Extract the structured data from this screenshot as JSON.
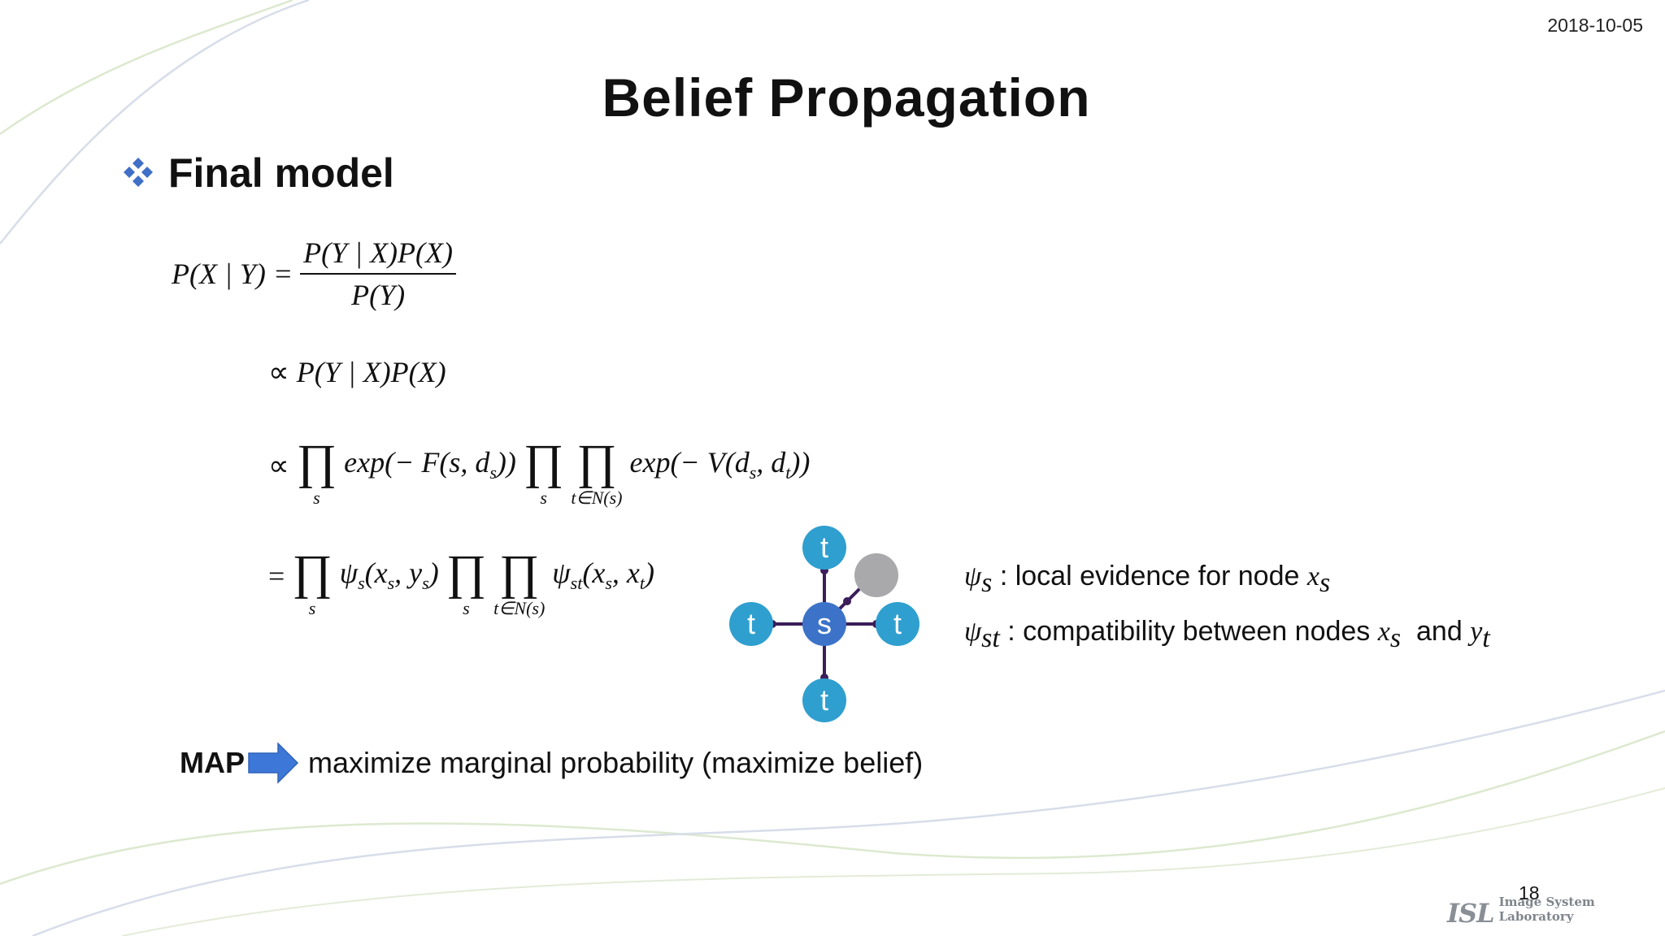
{
  "header": {
    "date": "2018-10-05",
    "title": "Belief Propagation"
  },
  "section": {
    "heading": "Final model",
    "bullet_icon": "diamond-bullet-icon"
  },
  "equations": {
    "line1": {
      "lhs": "P(X | Y) =",
      "num": "P(Y | X)P(X)",
      "den": "P(Y)"
    },
    "line2": {
      "rel": "∝",
      "expr": "P(Y | X)P(X)"
    },
    "line3": {
      "rel": "∝",
      "prod": "∏",
      "lim_s": "s",
      "term1": "exp(− F(s, d",
      "term1_sub": "s",
      "term1_end": "))",
      "lim_t": "t∈N(s)",
      "term2": "exp(− V(d",
      "term2_sub_s": "s",
      "term2_mid": ", d",
      "term2_sub_t": "t",
      "term2_end": "))"
    },
    "line4": {
      "rel": "=",
      "psi": "ψ",
      "psi_sub": "s",
      "args1": "(x",
      "args1_sub1": "s",
      "args1_mid": ", y",
      "args1_sub2": "s",
      "args1_end": ")",
      "lim_s": "s",
      "lim_t": "t∈N(s)",
      "psi_st_sub": "st",
      "args2": "(x",
      "args2_sub1": "s",
      "args2_mid": ", x",
      "args2_sub2": "t",
      "args2_end": ")"
    }
  },
  "graph": {
    "center_label": "s",
    "neighbor_label": "t"
  },
  "legend": {
    "psi": "ψ",
    "row1": {
      "sub": "s",
      "text": ": local evidence for node",
      "var": "x",
      "var_sub": "s"
    },
    "row2": {
      "sub": "st",
      "text": ": compatibility between nodes",
      "var1": "x",
      "var1_sub": "s",
      "and": "and",
      "var2": "y",
      "var2_sub": "t"
    }
  },
  "map": {
    "label": "MAP",
    "text": "maximize marginal probability (maximize belief)"
  },
  "footer": {
    "page_number": "18",
    "logo_abbr": "ISL",
    "logo_text": "Image System Laboratory"
  },
  "colors": {
    "node_blue": "#2f9fcf",
    "center_blue": "#3c73c9",
    "edge": "#3b1e5a",
    "arrow": "#3d78d8",
    "bullet": "#3f6fc6"
  }
}
